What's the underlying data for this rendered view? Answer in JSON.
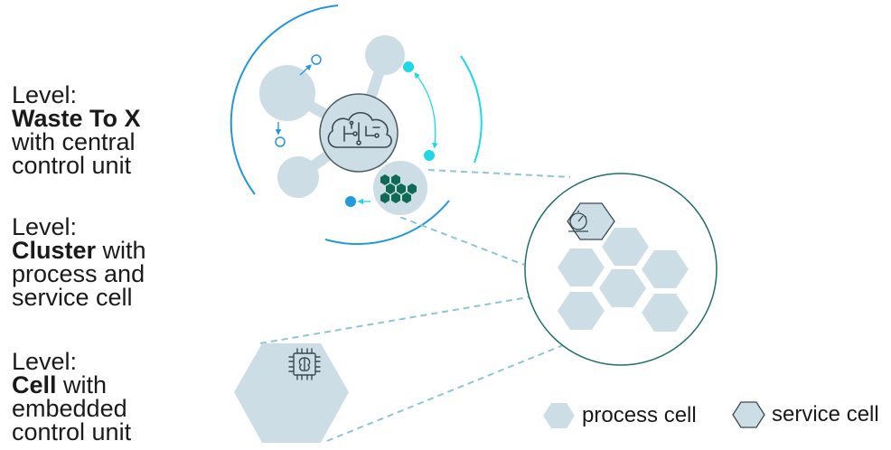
{
  "levels": [
    {
      "prefix": "Level:",
      "strong": "Waste To X",
      "rest": "",
      "line3": "with central",
      "line4": "control unit"
    },
    {
      "prefix": "Level:",
      "strong": "Cluster",
      "rest": " with",
      "line3": "process and",
      "line4": "service cell"
    },
    {
      "prefix": "Level:",
      "strong": "Cell",
      "rest": " with",
      "line3": "embedded",
      "line4": "control unit"
    }
  ],
  "legend": {
    "process_cell": "process cell",
    "service_cell": "service cell"
  },
  "icons": {
    "central": "cloud-circuit-icon",
    "service": "gauge-gear-icon",
    "embedded": "chip-brain-icon"
  },
  "colors": {
    "cell_fill": "#cddde6",
    "text": "#1a1a1a",
    "green": "#0f6b55",
    "cyan": "#1ed8e8",
    "blue": "#2196e0",
    "teal_outline": "#1f6f68",
    "dash": "#8ec5d6"
  }
}
